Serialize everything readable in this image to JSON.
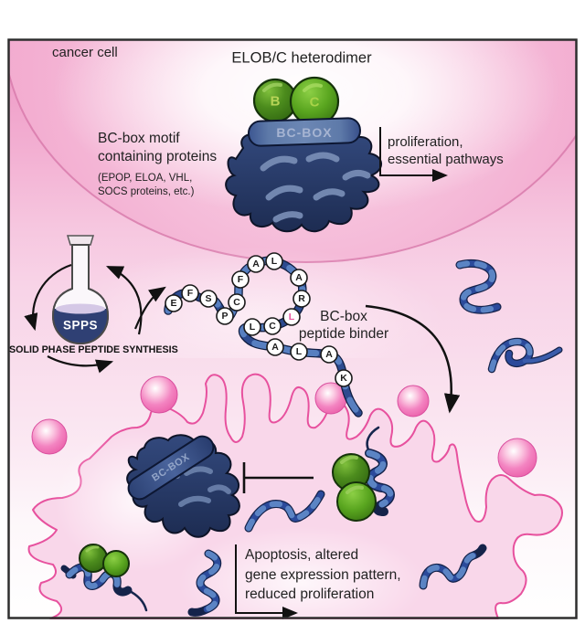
{
  "figure": {
    "cancer_cell_label": "cancer cell",
    "title": "ELOB/C heterodimer"
  },
  "heterodimer": {
    "elob_label": "B",
    "eloc_label": "C",
    "bcbox_label": "BC-BOX"
  },
  "bcbox_proteins": {
    "main": "BC-box motif\ncontaining proteins",
    "examples": "(EPOP, ELOA, VHL,\nSOCS proteins, etc.)"
  },
  "proliferation_note": "proliferation,\nessential pathways",
  "spps": {
    "flask_label": "SPPS",
    "caption": "SOLID PHASE PEPTIDE SYNTHESIS"
  },
  "peptide": {
    "label": "BC-box\npeptide binder",
    "residues": [
      {
        "letter": "E"
      },
      {
        "letter": "F"
      },
      {
        "letter": "S"
      },
      {
        "letter": "P"
      },
      {
        "letter": "C"
      },
      {
        "letter": "F"
      },
      {
        "letter": "A"
      },
      {
        "letter": "L"
      },
      {
        "letter": "A"
      },
      {
        "letter": "R"
      },
      {
        "letter": "L",
        "highlight": true
      },
      {
        "letter": "C"
      },
      {
        "letter": "L"
      },
      {
        "letter": "A"
      },
      {
        "letter": "L"
      },
      {
        "letter": "A"
      },
      {
        "letter": "K"
      }
    ]
  },
  "bottom_cell": {
    "bcbox_label": "BC-BOX",
    "outcome": "Apoptosis, altered\ngene expression pattern,\nreduced proliferation"
  },
  "colors": {
    "cell_pink": "#f0a0c9",
    "membrane_pink": "#e7519e",
    "protein_navy": "#2a3f6e",
    "elob_green": "#4e9120",
    "ribbon_blue": "#2c4a8f",
    "highlight_residue": "#e8549f",
    "vesicle_pink": "#ee62ab"
  }
}
